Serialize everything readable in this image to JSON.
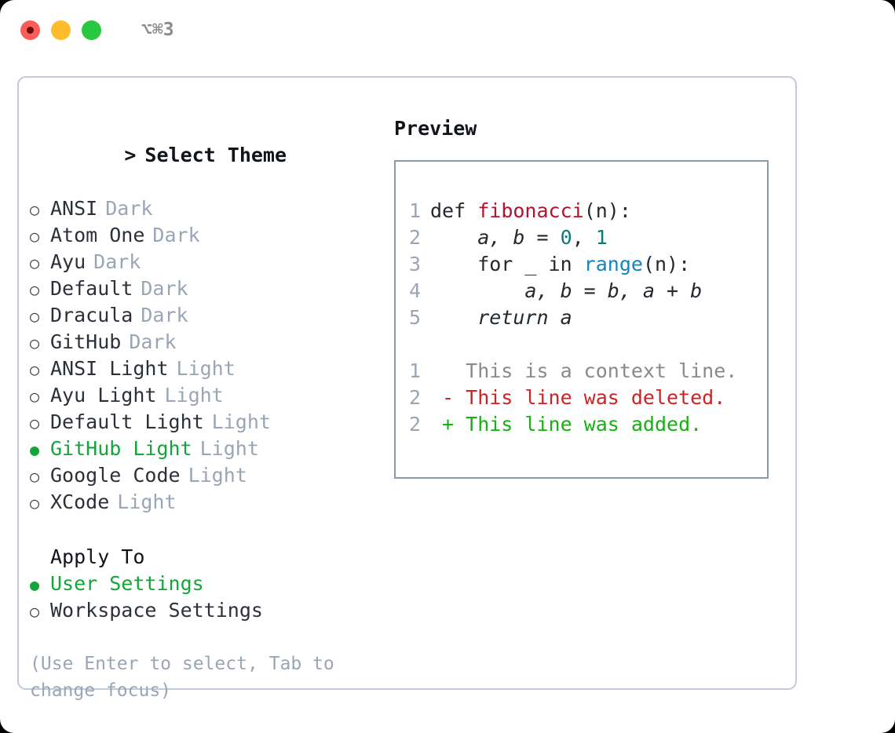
{
  "titlebar": {
    "shortcut": "⌥⌘3",
    "buttons": [
      {
        "name": "close",
        "color": "#fb5d58"
      },
      {
        "name": "minimize",
        "color": "#fcbc2c"
      },
      {
        "name": "maximize",
        "color": "#28c940"
      }
    ]
  },
  "theme_section": {
    "caret": ">",
    "header": "Select Theme",
    "marker_unselected": "○",
    "marker_selected": "●",
    "selected_color": "#11a53a",
    "items": [
      {
        "label": "ANSI",
        "tag": "Dark",
        "selected": false
      },
      {
        "label": "Atom One",
        "tag": "Dark",
        "selected": false
      },
      {
        "label": "Ayu",
        "tag": "Dark",
        "selected": false
      },
      {
        "label": "Default",
        "tag": "Dark",
        "selected": false
      },
      {
        "label": "Dracula",
        "tag": "Dark",
        "selected": false
      },
      {
        "label": "GitHub",
        "tag": "Dark",
        "selected": false
      },
      {
        "label": "ANSI Light",
        "tag": "Light",
        "selected": false
      },
      {
        "label": "Ayu Light",
        "tag": "Light",
        "selected": false
      },
      {
        "label": "Default Light",
        "tag": "Light",
        "selected": false
      },
      {
        "label": "GitHub Light",
        "tag": "Light",
        "selected": true
      },
      {
        "label": "Google Code",
        "tag": "Light",
        "selected": false
      },
      {
        "label": "XCode",
        "tag": "Light",
        "selected": false
      }
    ]
  },
  "apply_section": {
    "header": "Apply To",
    "items": [
      {
        "label": "User Settings",
        "selected": true
      },
      {
        "label": "Workspace Settings",
        "selected": false
      }
    ]
  },
  "hint": "(Use Enter to select, Tab to change focus)",
  "preview": {
    "header": "Preview",
    "code": [
      {
        "ln": "1",
        "parts": [
          {
            "t": "def ",
            "c": "plain"
          },
          {
            "t": "fibonacci",
            "c": "fn"
          },
          {
            "t": "(n):",
            "c": "plain"
          }
        ]
      },
      {
        "ln": "2",
        "parts": [
          {
            "t": "    a, b = ",
            "c": "var"
          },
          {
            "t": "0",
            "c": "num"
          },
          {
            "t": ", ",
            "c": "plain"
          },
          {
            "t": "1",
            "c": "num"
          }
        ]
      },
      {
        "ln": "3",
        "parts": [
          {
            "t": "    for _ in ",
            "c": "plain"
          },
          {
            "t": "range",
            "c": "call"
          },
          {
            "t": "(n):",
            "c": "plain"
          }
        ]
      },
      {
        "ln": "4",
        "parts": [
          {
            "t": "        a, b = b, a + b",
            "c": "var"
          }
        ]
      },
      {
        "ln": "5",
        "parts": [
          {
            "t": "    return a",
            "c": "var"
          }
        ]
      }
    ],
    "diff": [
      {
        "ln": "1",
        "sign": " ",
        "text": "This is a context line.",
        "kind": "ctx"
      },
      {
        "ln": "2",
        "sign": "-",
        "text": "This line was deleted.",
        "kind": "del"
      },
      {
        "ln": "2",
        "sign": "+",
        "text": "This line was added.",
        "kind": "add"
      }
    ],
    "colors": {
      "function": "#b3132b",
      "number": "#0c7b77",
      "call": "#1184c4",
      "context": "#8a8a8a",
      "deleted": "#cf2222",
      "added": "#16b112"
    }
  }
}
